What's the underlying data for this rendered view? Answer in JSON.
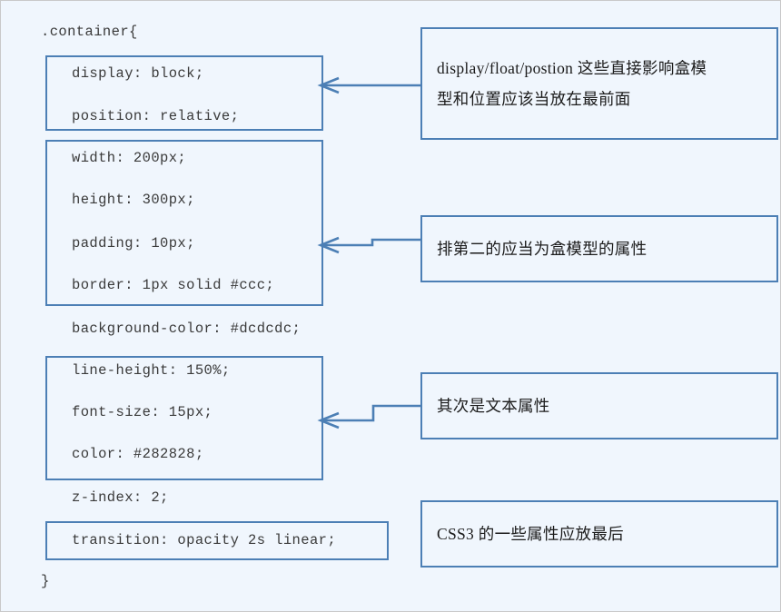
{
  "theme": {
    "page_background": "#f0f6fd",
    "page_border": "#c9c9c9",
    "accent_blue": "#4c7fb5",
    "code_text": "#3a3a3a",
    "note_text": "#1b1b1b"
  },
  "code": {
    "selector_open": ".container{",
    "selector_close": "}",
    "group_display": {
      "lines": [
        "display: block;",
        "position: relative;"
      ]
    },
    "group_boxmodel": {
      "lines": [
        "width: 200px;",
        "height: 300px;",
        "padding: 10px;",
        "border: 1px solid #ccc;"
      ]
    },
    "loose_background": "background-color: #dcdcdc;",
    "group_text": {
      "lines": [
        "line-height: 150%;",
        "font-size: 15px;",
        "color: #282828;"
      ]
    },
    "loose_zindex": "z-index: 2;",
    "group_css3": {
      "lines": [
        "transition: opacity 2s linear;"
      ]
    }
  },
  "notes": [
    {
      "id": "note-display",
      "lines": [
        "display/float/postion 这些直接影响盒模",
        "型和位置应该当放在最前面"
      ],
      "has_connector": true
    },
    {
      "id": "note-boxmodel",
      "lines": [
        "排第二的应当为盒模型的属性"
      ],
      "has_connector": true
    },
    {
      "id": "note-text",
      "lines": [
        "其次是文本属性"
      ],
      "has_connector": true
    },
    {
      "id": "note-css3",
      "lines": [
        "CSS3 的一些属性应放最后"
      ],
      "has_connector": false
    }
  ]
}
